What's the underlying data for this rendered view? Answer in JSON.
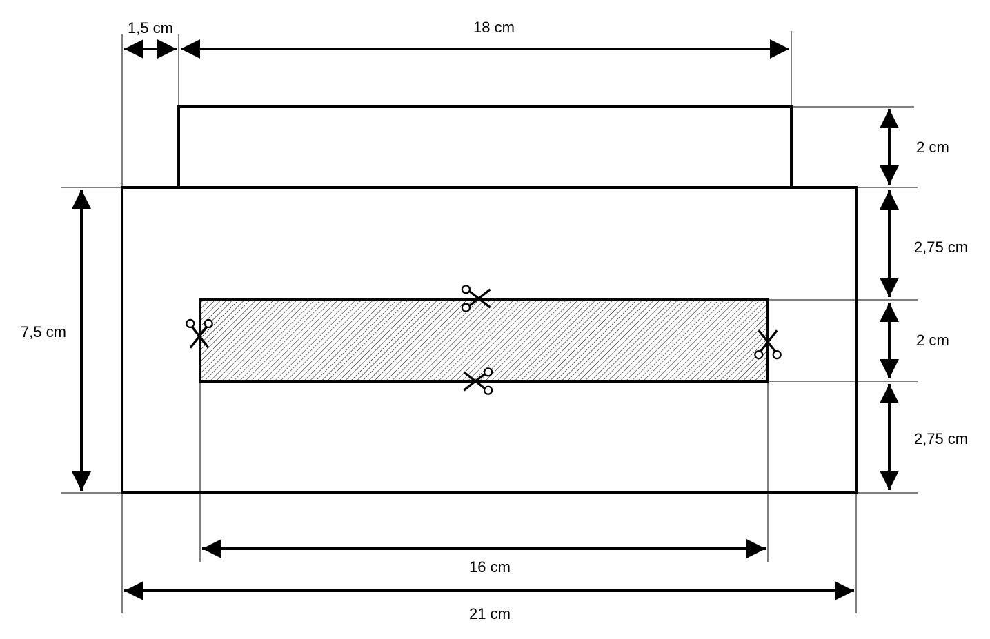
{
  "labels": {
    "margin_left": "1,5 cm",
    "top_width": "18 cm",
    "tab_height": "2 cm",
    "upper_band": "2,75 cm",
    "slot_height": "2 cm",
    "lower_band": "2,75 cm",
    "body_height": "7,5 cm",
    "slot_width": "16 cm",
    "total_width": "21 cm"
  },
  "icons": {
    "cut_marker": "scissors-icon",
    "cut_area": "hatched-fill"
  },
  "colors": {
    "line": "#000000",
    "background": "#ffffff"
  }
}
